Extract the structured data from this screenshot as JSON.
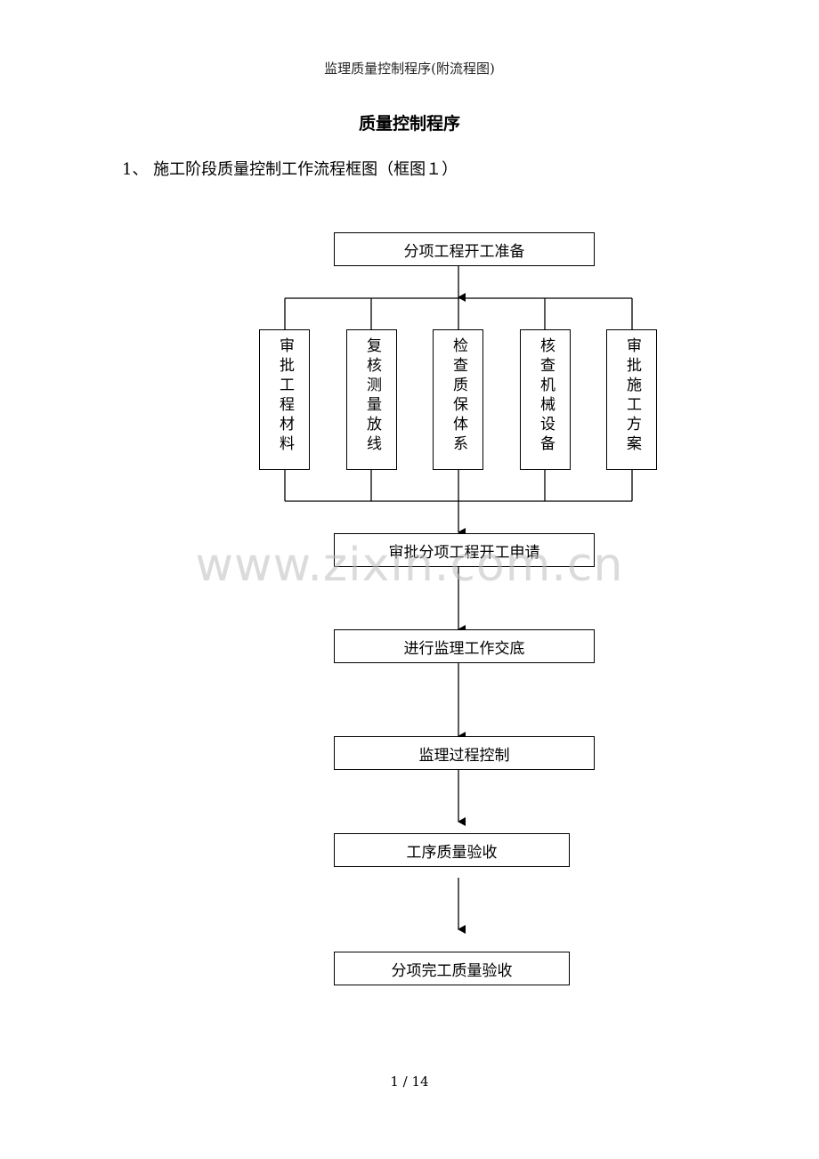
{
  "header": {
    "text": "监理质量控制程序(附流程图)"
  },
  "title": "质量控制程序",
  "section": {
    "heading": "1、 施工阶段质量控制工作流程框图（框图１）"
  },
  "flow": {
    "start": "分项工程开工准备",
    "parallel": [
      "审批工程材料",
      "复核测量放线",
      "检查质保体系",
      "核查机械设备",
      "审批施工方案"
    ],
    "step2": "审批分项工程开工申请",
    "step3": "进行监理工作交底",
    "step4": "监理过程控制",
    "step5": "工序质量验收",
    "step6": "分项完工质量验收"
  },
  "watermark": "www.zixin.com.cn",
  "footer": {
    "page": "1 / 14"
  }
}
